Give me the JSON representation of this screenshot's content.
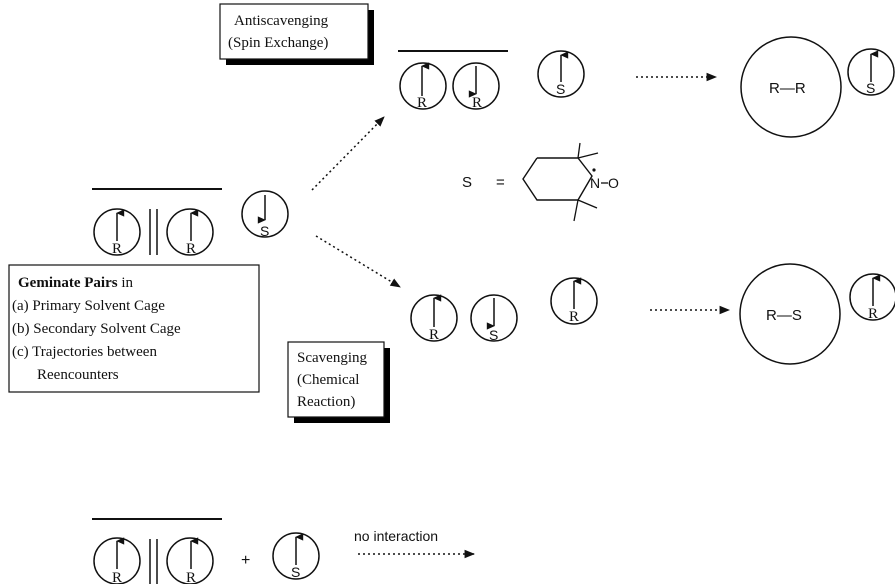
{
  "boxes": {
    "antiscavenging": [
      "Antiscavenging",
      "(Spin Exchange)"
    ],
    "geminate": {
      "title_bold": "Geminate Pairs",
      "title_rest": " in",
      "lines": [
        "(a) Primary Solvent Cage",
        "(b) Secondary Solvent Cage",
        "(c) Trajectories between",
        "Reencounters"
      ]
    },
    "scavenging": [
      "Scavenging",
      "(Chemical",
      "Reaction)"
    ]
  },
  "labels": {
    "R": "R",
    "S": "S",
    "plus": "+",
    "RR": "R—R",
    "RS": "R—S",
    "equals": "=",
    "nitroxide_N": "N",
    "nitroxide_O": "O",
    "no_interaction": "no interaction"
  }
}
